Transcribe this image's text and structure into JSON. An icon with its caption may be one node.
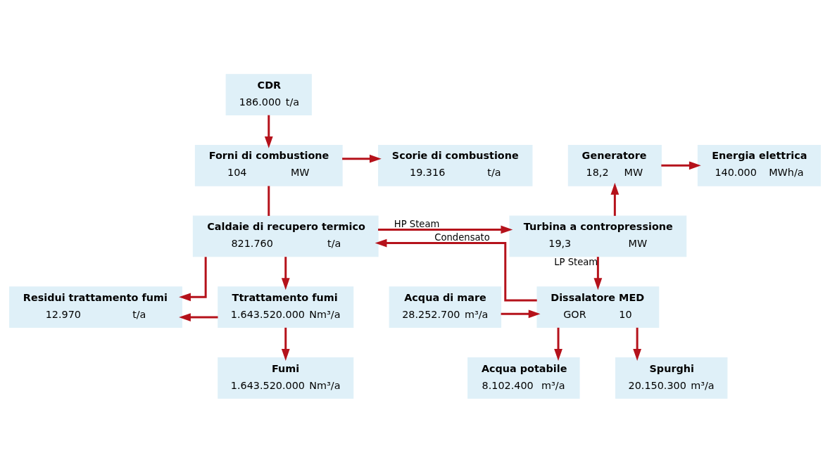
{
  "diagram": {
    "nodes": [
      {
        "text": [
          "CDR",
          "186.000",
          "t/a"
        ]
      },
      {
        "text": [
          "Forni di combustione",
          "104",
          "MW"
        ]
      },
      {
        "text": [
          "Scorie di combustione",
          "19.316",
          "t/a"
        ]
      },
      {
        "text": [
          "Generatore",
          "18,2",
          "MW"
        ]
      },
      {
        "text": [
          "Energia elettrica",
          "140.000",
          "MWh/a"
        ]
      },
      {
        "text": [
          "Caldaie di recupero termico",
          "821.760",
          "t/a"
        ]
      },
      {
        "text": [
          "Turbina a contropressione",
          "19,3",
          "MW"
        ]
      },
      {
        "text": [
          "Residui trattamento fumi",
          "12.970",
          "t/a"
        ]
      },
      {
        "text": [
          "Ttrattamento fumi",
          "1.643.520.000",
          "Nm³/a"
        ]
      },
      {
        "text": [
          "Dissalatore MED",
          "GOR",
          "10"
        ]
      },
      {
        "text": [
          "Acqua di mare",
          "28.252.700",
          "m³/a"
        ]
      },
      {
        "text": [
          "Fumi",
          "1.643.520.000",
          "Nm³/a"
        ]
      },
      {
        "text": [
          "Acqua potabile",
          "8.102.400",
          "m³/a"
        ]
      },
      {
        "text": [
          "Spurghi",
          "20.150.300",
          "m³/a"
        ]
      }
    ],
    "edges": [
      {
        "from": 0,
        "to": 1,
        "arrow": "to"
      },
      {
        "from": 1,
        "to": 2,
        "arrow": "to"
      },
      {
        "from": 1,
        "to": 5,
        "arrow": "none"
      },
      {
        "from": 5,
        "to": 7,
        "arrow": "to"
      },
      {
        "from": 5,
        "to": 8,
        "arrow": "to"
      },
      {
        "from": 5,
        "to": 6,
        "arrow": "to",
        "label": "HP Steam"
      },
      {
        "from": 9,
        "to": 5,
        "arrow": "to",
        "label": "Condensato"
      },
      {
        "from": 6,
        "to": 3,
        "arrow": "to"
      },
      {
        "from": 3,
        "to": 4,
        "arrow": "to"
      },
      {
        "from": 6,
        "to": 9,
        "arrow": "to",
        "label": "LP Steam"
      },
      {
        "from": 8,
        "to": 7,
        "arrow": "to"
      },
      {
        "from": 10,
        "to": 9,
        "arrow": "to"
      },
      {
        "from": 8,
        "to": 11,
        "arrow": "to"
      },
      {
        "from": 9,
        "to": 12,
        "arrow": "to"
      },
      {
        "from": 9,
        "to": 13,
        "arrow": "to"
      }
    ]
  }
}
